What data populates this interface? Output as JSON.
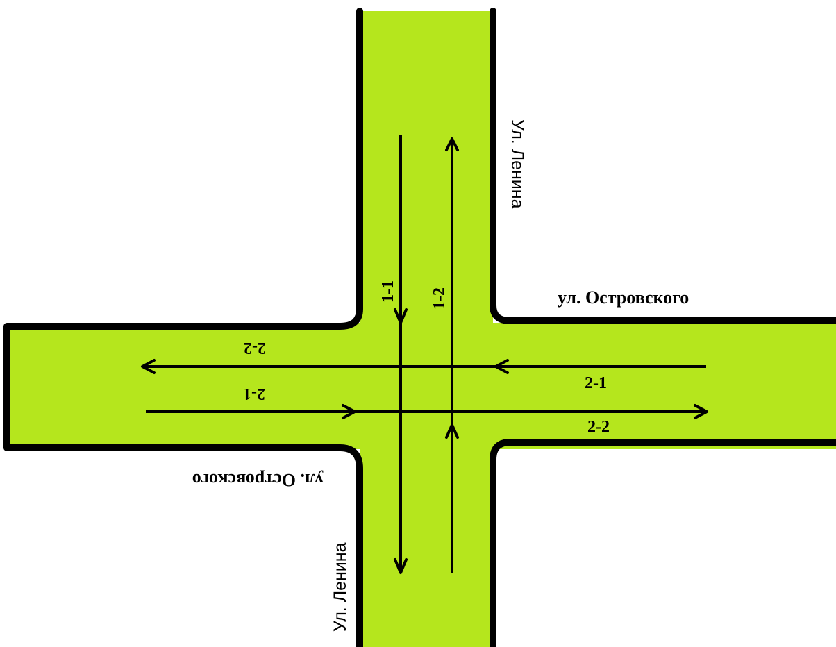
{
  "streets": {
    "lenina_top": "Ул. Ленина",
    "lenina_bottom": "Ул. Ленина",
    "ostrovskogo_right": "ул. Островского",
    "ostrovskogo_left": "ул. Островского"
  },
  "lanes": {
    "v_1_1": "1-1",
    "v_1_2": "1-2",
    "h_2_1_right": "2-1",
    "h_2_2_right": "2-2",
    "h_2_1_left": "2-1",
    "h_2_2_left": "2-2"
  },
  "colors": {
    "road": "#b5e61d",
    "edge": "#000000",
    "background": "#ffffff"
  }
}
